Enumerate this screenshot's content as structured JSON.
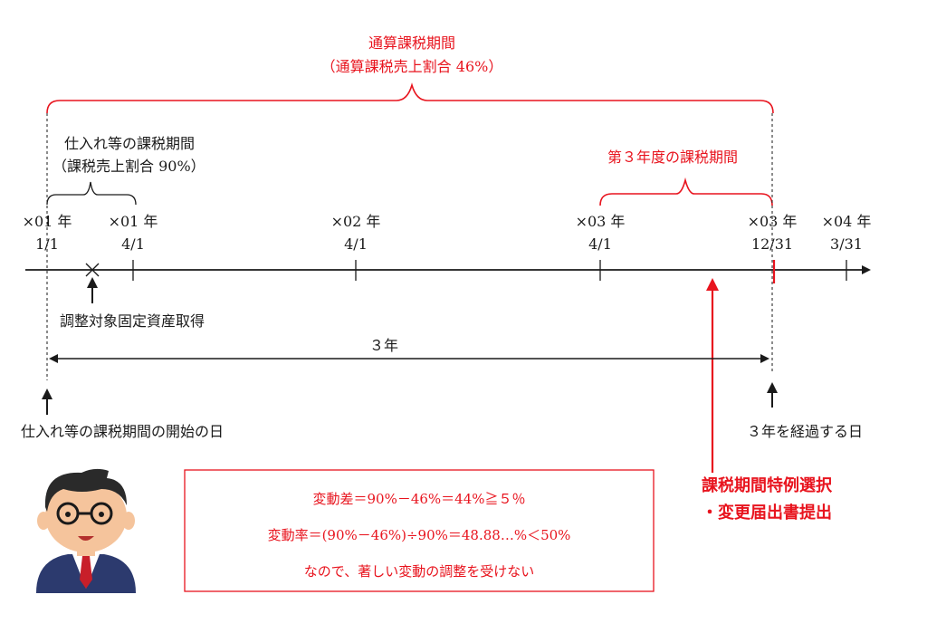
{
  "colors": {
    "accent_red": "#e8141e",
    "line_black": "#1a1a1a"
  },
  "overall_period": {
    "title": "通算課税期間",
    "subtitle": "（通算課税売上割合 46%）"
  },
  "purchase_period": {
    "title": "仕入れ等の課税期間",
    "subtitle": "（課税売上割合 90%）"
  },
  "third_year_period": {
    "title": "第３年度の課税期間"
  },
  "timeline": {
    "ticks": [
      {
        "year": "×01 年",
        "date": "1/1"
      },
      {
        "year": "×01 年",
        "date": "4/1"
      },
      {
        "year": "×02 年",
        "date": "4/1"
      },
      {
        "year": "×03 年",
        "date": "4/1"
      },
      {
        "year": "×03 年",
        "date": "12/31"
      },
      {
        "year": "×04 年",
        "date": "3/31"
      }
    ]
  },
  "acquisition_label": "調整対象固定資産取得",
  "span_label": "３年",
  "start_label": "仕入れ等の課税期間の開始の日",
  "three_years_label": "３年を経過する日",
  "election": {
    "line1": "課税期間特例選択",
    "line2": "・変更届出書提出"
  },
  "calc_box": {
    "line1": "変動差＝90%－46%＝44%≧５％",
    "line2": "変動率＝(90%－46%)÷90%＝48.88…%＜50%",
    "line3": "なので、著しい変動の調整を受けない"
  },
  "icons": {
    "person": "businessman-glasses-icon",
    "cross": "cross-mark-icon"
  }
}
